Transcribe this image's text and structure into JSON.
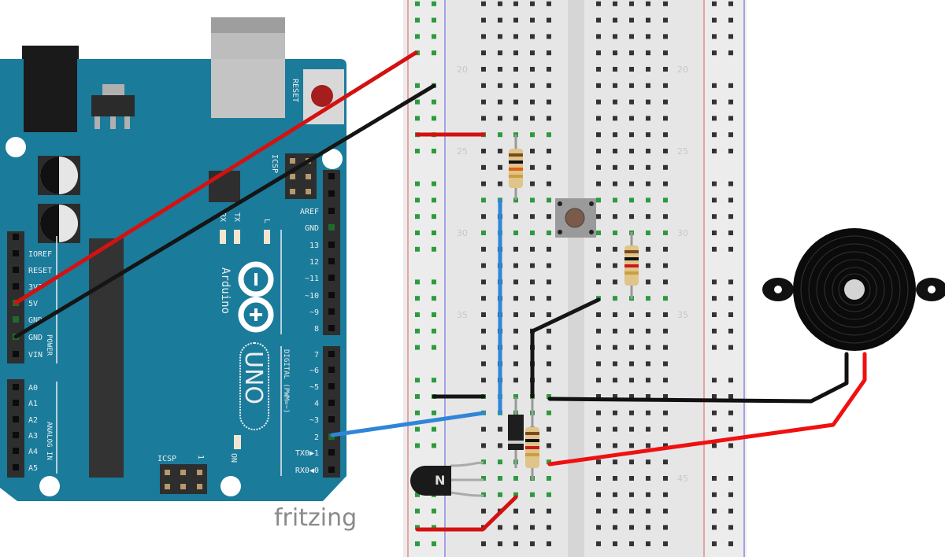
{
  "arduino": {
    "brand": "Arduino",
    "model": "UNO",
    "reset_label": "RESET",
    "icsp_top_label": "ICSP",
    "icsp_bottom_label": "ICSP",
    "icsp_pin1_label": "1",
    "tx_label": "TX",
    "rx_label": "RX",
    "l_label": "L",
    "on_label": "ON",
    "power_header_label": "POWER",
    "analog_header_label": "ANALOG IN",
    "digital_header_label": "DIGITAL (PWM=~)",
    "power_pins": [
      "IOREF",
      "RESET",
      "3V3",
      "5V",
      "GND",
      "GND",
      "VIN"
    ],
    "analog_pins": [
      "A0",
      "A1",
      "A2",
      "A3",
      "A4",
      "A5"
    ],
    "digital_pins": [
      "AREF",
      "GND",
      "13",
      "12",
      "~11",
      "~10",
      "~9",
      "8",
      "7",
      "~6",
      "~5",
      "4",
      "~3",
      "2",
      "TX0▶1",
      "RX0◀0"
    ]
  },
  "breadboard": {
    "row_labels_left": [
      "20",
      "25",
      "30",
      "35"
    ],
    "row_labels_right": [
      "20",
      "25",
      "30",
      "35",
      "45"
    ]
  },
  "transistor": {
    "label": "N"
  },
  "watermark": "fritzing",
  "colors": {
    "board": "#1b7b9a",
    "wire_red": "#e01010",
    "wire_black": "#111111",
    "wire_blue": "#2f86d8",
    "breadboard": "#e6e6e6",
    "hole_connected": "#2e9a3e"
  }
}
